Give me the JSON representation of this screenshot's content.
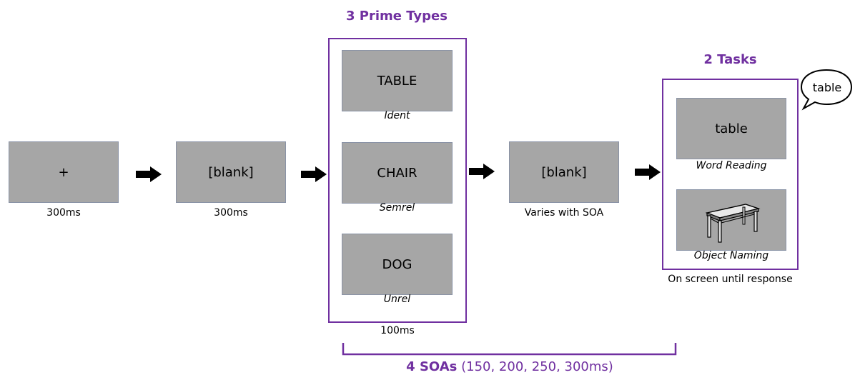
{
  "colors": {
    "accent": "#7030a0",
    "screen": "#a6a6a6",
    "screen_border": "#8a93a6"
  },
  "fixation": {
    "symbol": "+",
    "duration": "300ms"
  },
  "blank1": {
    "text": "[blank]",
    "duration": "300ms"
  },
  "primes": {
    "title": "3 Prime Types",
    "duration": "100ms",
    "items": [
      {
        "word": "TABLE",
        "type": "Ident"
      },
      {
        "word": "CHAIR",
        "type": "Semrel"
      },
      {
        "word": "DOG",
        "type": "Unrel"
      }
    ]
  },
  "blank2": {
    "text": "[blank]",
    "duration": "Varies with SOA"
  },
  "tasks": {
    "title": "2 Tasks",
    "duration": "On screen until response",
    "word_reading": {
      "target": "table",
      "label": "Word Reading"
    },
    "object_naming": {
      "image": "table-image-icon",
      "label": "Object Naming"
    },
    "speech": "table"
  },
  "soas": {
    "count_label": "4 SOAs",
    "values": "(150, 200, 250, 300ms)"
  }
}
